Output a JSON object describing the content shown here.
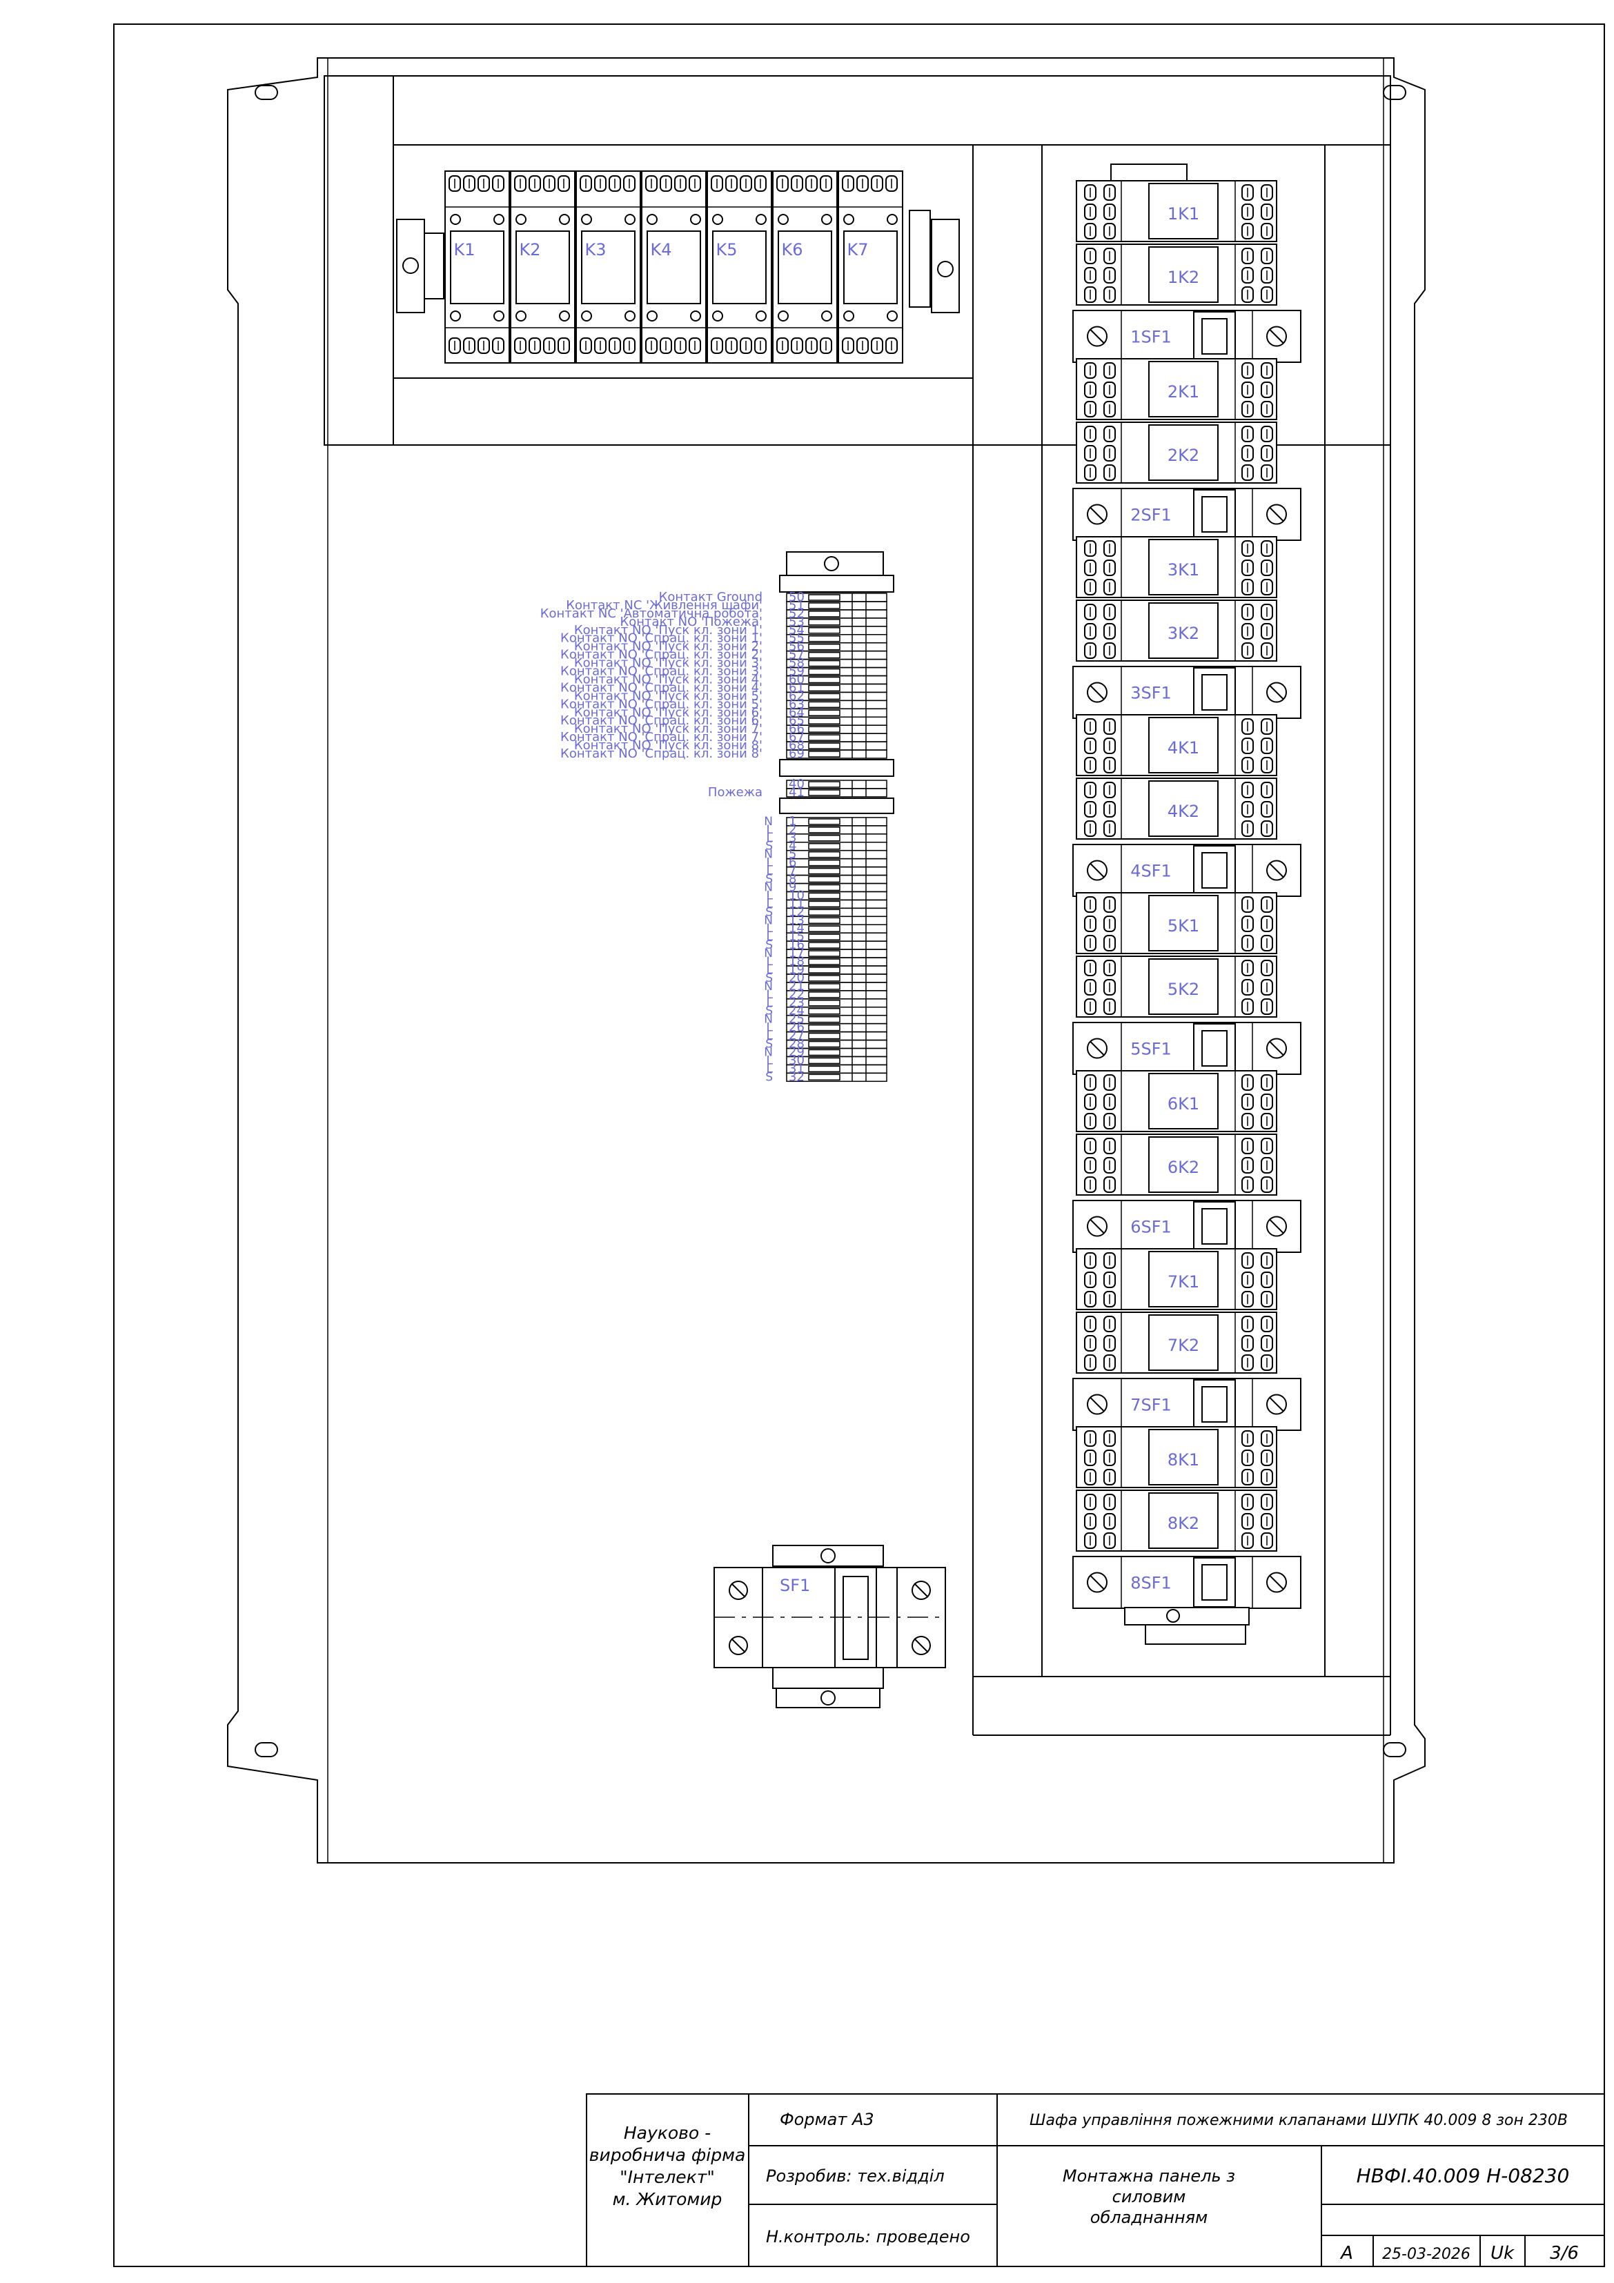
{
  "relays_top": [
    "K1",
    "K2",
    "K3",
    "K4",
    "K5",
    "K6",
    "K7"
  ],
  "zones": [
    {
      "k1": "1K1",
      "k2": "1K2",
      "sf": "1SF1"
    },
    {
      "k1": "2K1",
      "k2": "2K2",
      "sf": "2SF1"
    },
    {
      "k1": "3K1",
      "k2": "3K2",
      "sf": "3SF1"
    },
    {
      "k1": "4K1",
      "k2": "4K2",
      "sf": "4SF1"
    },
    {
      "k1": "5K1",
      "k2": "5K2",
      "sf": "5SF1"
    },
    {
      "k1": "6K1",
      "k2": "6K2",
      "sf": "6SF1"
    },
    {
      "k1": "7K1",
      "k2": "7K2",
      "sf": "7SF1"
    },
    {
      "k1": "8K1",
      "k2": "8K2",
      "sf": "8SF1"
    }
  ],
  "signal_terminals": [
    {
      "num": "50",
      "label": "Контакт Ground"
    },
    {
      "num": "51",
      "label": "Контакт NC 'Живлення шафи'"
    },
    {
      "num": "52",
      "label": "Контакт NC 'Автоматична робота'"
    },
    {
      "num": "53",
      "label": "Контакт NO 'Пожежа'"
    },
    {
      "num": "54",
      "label": "Контакт NO 'Пуск кл. зони 1'"
    },
    {
      "num": "55",
      "label": "Контакт NO 'Спрац. кл. зони 1'"
    },
    {
      "num": "56",
      "label": "Контакт NO 'Пуск кл. зони 2'"
    },
    {
      "num": "57",
      "label": "Контакт NO 'Спрац. кл. зони 2'"
    },
    {
      "num": "58",
      "label": "Контакт NO 'Пуск кл. зони 3'"
    },
    {
      "num": "59",
      "label": "Контакт NO 'Спрац. кл. зони 3'"
    },
    {
      "num": "60",
      "label": "Контакт NO 'Пуск кл. зони 4'"
    },
    {
      "num": "61",
      "label": "Контакт NO 'Спрац. кл. зони 4'"
    },
    {
      "num": "62",
      "label": "Контакт NO 'Пуск кл. зони 5'"
    },
    {
      "num": "63",
      "label": "Контакт NO 'Спрац. кл. зони 5'"
    },
    {
      "num": "64",
      "label": "Контакт NO 'Пуск кл. зони 6'"
    },
    {
      "num": "65",
      "label": "Контакт NO 'Спрац. кл. зони 6'"
    },
    {
      "num": "66",
      "label": "Контакт NO 'Пуск кл. зони 7'"
    },
    {
      "num": "67",
      "label": "Контакт NO 'Спрац. кл. зони 7'"
    },
    {
      "num": "68",
      "label": "Контакт NO 'Пуск кл. зони 8'"
    },
    {
      "num": "69",
      "label": "Контакт NO 'Спрац. кл. зони 8'"
    }
  ],
  "fire_terminals": [
    {
      "num": "40",
      "label": ""
    },
    {
      "num": "41",
      "label": "Пожежа"
    }
  ],
  "power_terminals": [
    {
      "num": "1",
      "label": "N"
    },
    {
      "num": "2",
      "label": "L"
    },
    {
      "num": "3",
      "label": "L"
    },
    {
      "num": "4",
      "label": "S"
    },
    {
      "num": "5",
      "label": "N"
    },
    {
      "num": "6",
      "label": "L"
    },
    {
      "num": "7",
      "label": "L"
    },
    {
      "num": "8",
      "label": "S"
    },
    {
      "num": "9",
      "label": "N"
    },
    {
      "num": "10",
      "label": "L"
    },
    {
      "num": "11",
      "label": "L"
    },
    {
      "num": "12",
      "label": "S"
    },
    {
      "num": "13",
      "label": "N"
    },
    {
      "num": "14",
      "label": "L"
    },
    {
      "num": "15",
      "label": "L"
    },
    {
      "num": "16",
      "label": "S"
    },
    {
      "num": "17",
      "label": "N"
    },
    {
      "num": "18",
      "label": "L"
    },
    {
      "num": "19",
      "label": "L"
    },
    {
      "num": "20",
      "label": "S"
    },
    {
      "num": "21",
      "label": "N"
    },
    {
      "num": "22",
      "label": "L"
    },
    {
      "num": "23",
      "label": "L"
    },
    {
      "num": "24",
      "label": "S"
    },
    {
      "num": "25",
      "label": "N"
    },
    {
      "num": "26",
      "label": "L"
    },
    {
      "num": "27",
      "label": "L"
    },
    {
      "num": "28",
      "label": "S"
    },
    {
      "num": "29",
      "label": "N"
    },
    {
      "num": "30",
      "label": "L"
    },
    {
      "num": "31",
      "label": "L"
    },
    {
      "num": "32",
      "label": "S"
    }
  ],
  "main_breaker": "SF1",
  "title_block": {
    "company": [
      "Науково -",
      "виробнича фірма",
      "\"Інтелект\"",
      "м. Житомир"
    ],
    "format": "Формат А3",
    "developed": "Розробив: тех.відділ",
    "control": "Н.контроль: проведено",
    "project": "Шафа управління пожежними клапанами ШУПК 40.009 8 зон 230В",
    "sheet_title": [
      "Монтажна панель з",
      "силовим",
      "обладнанням"
    ],
    "code": "НВФІ.40.009 Н-08230",
    "letter": "А",
    "date": "25-03-2026",
    "lang": "Uk",
    "sheet": "3/6"
  }
}
